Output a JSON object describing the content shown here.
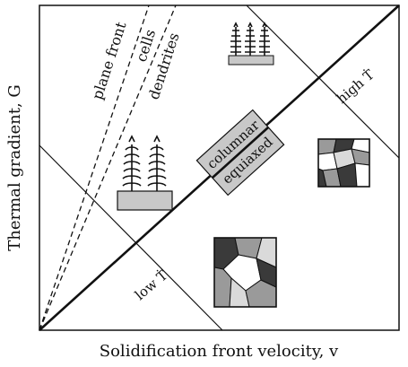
{
  "axes": {
    "y_label": "Thermal gradient, G",
    "x_label": "Solidification front velocity, v"
  },
  "growth_lines": {
    "plane_front": "plane front",
    "cells": "cells",
    "dendrites": "dendrites"
  },
  "transition": {
    "upper": "columnar",
    "lower": "equiaxed"
  },
  "cooling_rate": {
    "high": "high Ṫ",
    "low": "low Ṫ"
  },
  "colors": {
    "ink": "#111111",
    "box_fill": "#c8c8c8",
    "grain_light": "#dadada",
    "grain_mid": "#9a9a9a",
    "grain_dark": "#3a3a3a"
  }
}
